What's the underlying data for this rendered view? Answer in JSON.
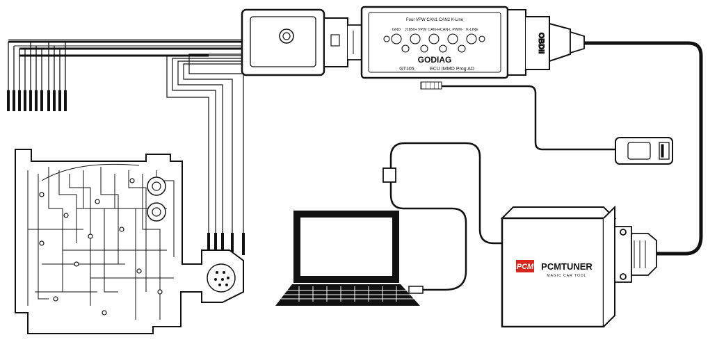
{
  "godiag_box": {
    "header": "Four VPW CAN1 CAN2 K-Line",
    "pins": [
      "GND",
      "J1850+",
      "VPW",
      "CAN-H",
      "CAN-L",
      "PWM-",
      "K-LINE"
    ],
    "brand": "GODIAG",
    "model": "GT105",
    "subtitle": "ECU IMMO Prog AD"
  },
  "obd_connector": {
    "label": "OBDII"
  },
  "pcmtuner": {
    "logo": "PCM",
    "name": "PCMTUNER",
    "tagline": "MAGIC CAR TOOL"
  },
  "colors": {
    "line": "#111111",
    "pcm_red": "#d7261e",
    "box_fill": "#ffffff"
  },
  "icons": [
    "ecu-board-icon",
    "laptop-icon",
    "power-adapter-icon",
    "usb-plug-icon",
    "ferrite-core-icon",
    "db15-connector-icon"
  ]
}
